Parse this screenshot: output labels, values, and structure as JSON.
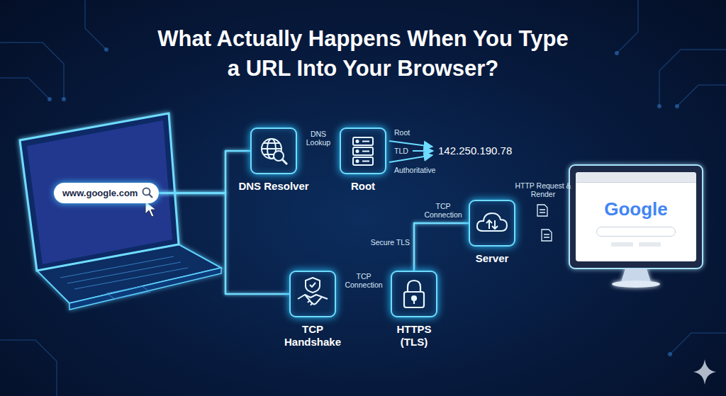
{
  "diagram": {
    "title": "What Actually Happens When You Type a URL Into Your Browser?",
    "nodes": [
      {
        "text": [
          "www.google.com"
        ]
      },
      {
        "text": [
          "DNS Resolver"
        ]
      },
      {
        "text": [
          "Root"
        ]
      },
      {
        "text": [
          "TCP Handshake"
        ]
      },
      {
        "text": [
          "HTTPS (TLS)"
        ]
      },
      {
        "text": [
          "Server"
        ]
      },
      {
        "text": [
          "Google"
        ]
      }
    ],
    "edges": [
      {
        "from": 0,
        "to": 1,
        "arrow": "none"
      },
      {
        "from": 0,
        "to": 3,
        "arrow": "none"
      },
      {
        "from": 1,
        "to": 2,
        "label": "DNS Lookup",
        "arrow": "none"
      },
      {
        "from": 3,
        "to": 4,
        "label": "TCP Connection",
        "arrow": "none"
      },
      {
        "from": 4,
        "to": 5,
        "label": "Secure TLS",
        "arrow": "none"
      },
      {
        "from": 5,
        "to": 6,
        "label": "HTTP Request & Render",
        "arrow": "both"
      }
    ],
    "labels": [
      "Root",
      "TLD",
      "Authoritative",
      "142.250.190.78",
      "TCP Connection"
    ]
  }
}
